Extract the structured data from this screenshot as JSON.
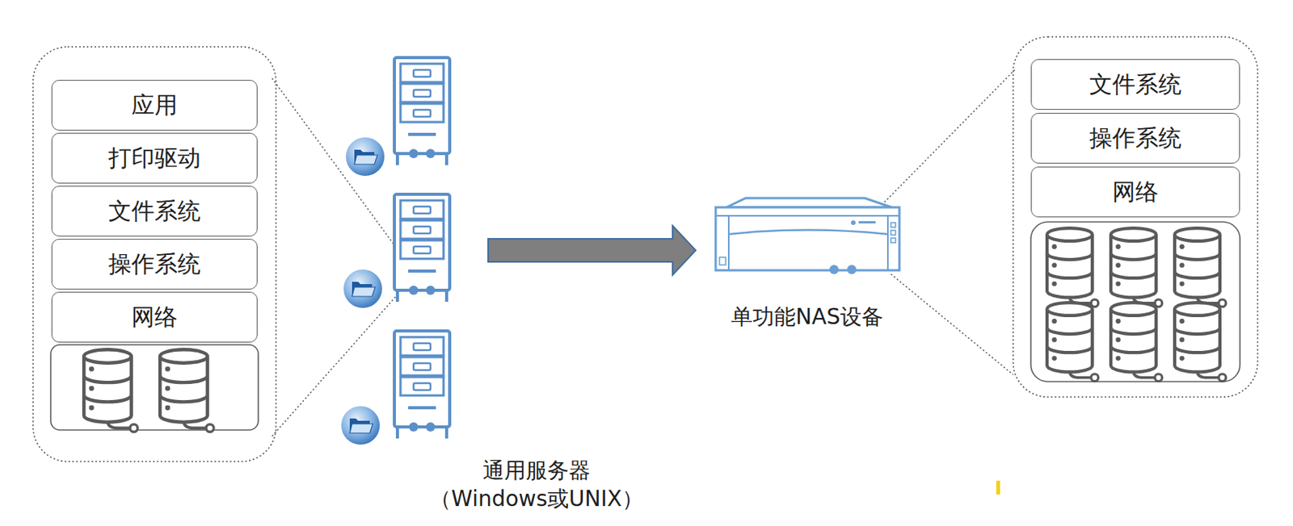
{
  "diagram": {
    "nodes": [
      {
        "text": [
          "应用"
        ]
      },
      {
        "text": [
          "打印驱动"
        ]
      },
      {
        "text": [
          "文件系统"
        ]
      },
      {
        "text": [
          "操作系统"
        ]
      },
      {
        "text": [
          "网络"
        ]
      },
      {
        "text": [
          "文件系统"
        ]
      },
      {
        "text": [
          "操作系统"
        ]
      },
      {
        "text": [
          "网络"
        ]
      }
    ],
    "labels": [
      "通用服务器 （Windows或UNIX）",
      "单功能NAS设备"
    ]
  }
}
